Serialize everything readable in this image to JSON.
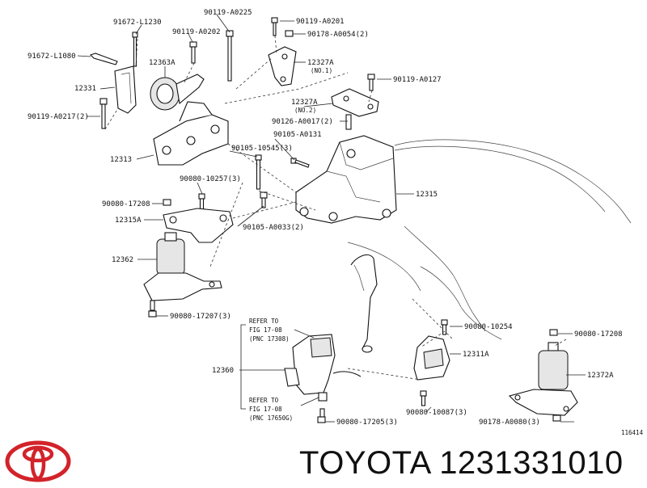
{
  "brand": {
    "name": "TOYOTA",
    "part_number": "1231331010"
  },
  "figure_id": "116414",
  "callouts": {
    "c91672_L1230": "91672-L1230",
    "c90119_A0225": "90119-A0225",
    "c90119_A0201": "90119-A0201",
    "c90178_A0054": "90178-A0054(2)",
    "c90119_A0202": "90119-A0202",
    "c91672_L1080": "91672-L1080",
    "c12363A": "12363A",
    "c12327A_no1": "12327A",
    "no1": "(NO.1)",
    "c12331": "12331",
    "c90119_A0127": "90119-A0127",
    "c90119_A0217": "90119-A0217(2)",
    "c12327A_no2": "12327A",
    "no2": "(NO.2)",
    "c90126_A0017": "90126-A0017(2)",
    "c90105_A0131": "90105-A0131",
    "c12313": "12313",
    "c90105_10545": "90105-10545(3)",
    "c90080_10257": "90080-10257(3)",
    "c12315": "12315",
    "c90080_17208_left": "90080-17208",
    "c12315A": "12315A",
    "c90105_A0033": "90105-A0033(2)",
    "c12362": "12362",
    "c90080_17207": "90080-17207(3)",
    "refer1_a": "REFER TO",
    "refer1_b": "FIG 17-08",
    "refer1_c": "(PNC 17308)",
    "c90080_10254": "90080-10254",
    "c90080_17208_right": "90080-17208",
    "c12311A": "12311A",
    "c12360": "12360",
    "c12372A": "12372A",
    "refer2_a": "REFER TO",
    "refer2_b": "FIG 17-08",
    "refer2_c": "(PNC 17650G)",
    "c90080_10087": "90080-10087(3)",
    "c90080_17205": "90080-17205(3)",
    "c90178_A0080": "90178-A0080(3)"
  },
  "colors": {
    "logo_red": "#d2232a",
    "line": "#222222"
  }
}
